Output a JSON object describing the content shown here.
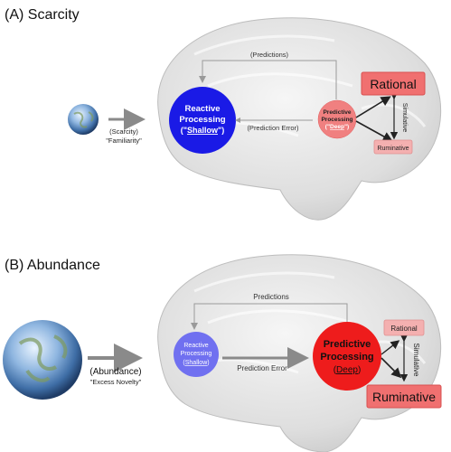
{
  "panel_a": {
    "title": "(A) Scarcity",
    "input_line1": "(Scarcity)",
    "input_line2": "\"Familiarity\"",
    "reactive_line1": "Reactive",
    "reactive_line2": "Processing",
    "reactive_line3_prefix": "(\"",
    "reactive_line3_word": "Shallow",
    "reactive_line3_suffix": "\")",
    "predictions": "(Predictions)",
    "prediction_error": "(Prediction Error)",
    "predictive_line1": "Predictive",
    "predictive_line2": "Processing",
    "predictive_line3_prefix": "(\"",
    "predictive_line3_word": "Deep",
    "predictive_line3_suffix": "\")",
    "rational": "Rational",
    "simulative": "Simulative",
    "ruminative": "Ruminative"
  },
  "panel_b": {
    "title": "(B) Abundance",
    "input_line1": "(Abundance)",
    "input_line2": "\"Excess Novelty\"",
    "reactive_line1": "Reactive",
    "reactive_line2": "Processing",
    "reactive_line3_prefix": "(",
    "reactive_line3_word": "Shallow",
    "reactive_line3_suffix": ")",
    "predictions": "Predictions",
    "prediction_error": "Prediction Error",
    "predictive_line1": "Predictive",
    "predictive_line2": "Processing",
    "predictive_line3_prefix": "(",
    "predictive_line3_word": "Deep",
    "predictive_line3_suffix": ")",
    "rational": "Rational",
    "simulative": "Simulative",
    "ruminative": "Ruminative"
  },
  "colors": {
    "reactive_a": "#1a1ae6",
    "predictive_a": "#f08080",
    "reactive_b": "#7070f0",
    "predictive_b": "#ee1c1c",
    "box_light": "#f4b0b0",
    "box_strong": "#f07070",
    "arrow_gray": "#8a8a8a",
    "brain_fill": "#dcdcdc"
  }
}
